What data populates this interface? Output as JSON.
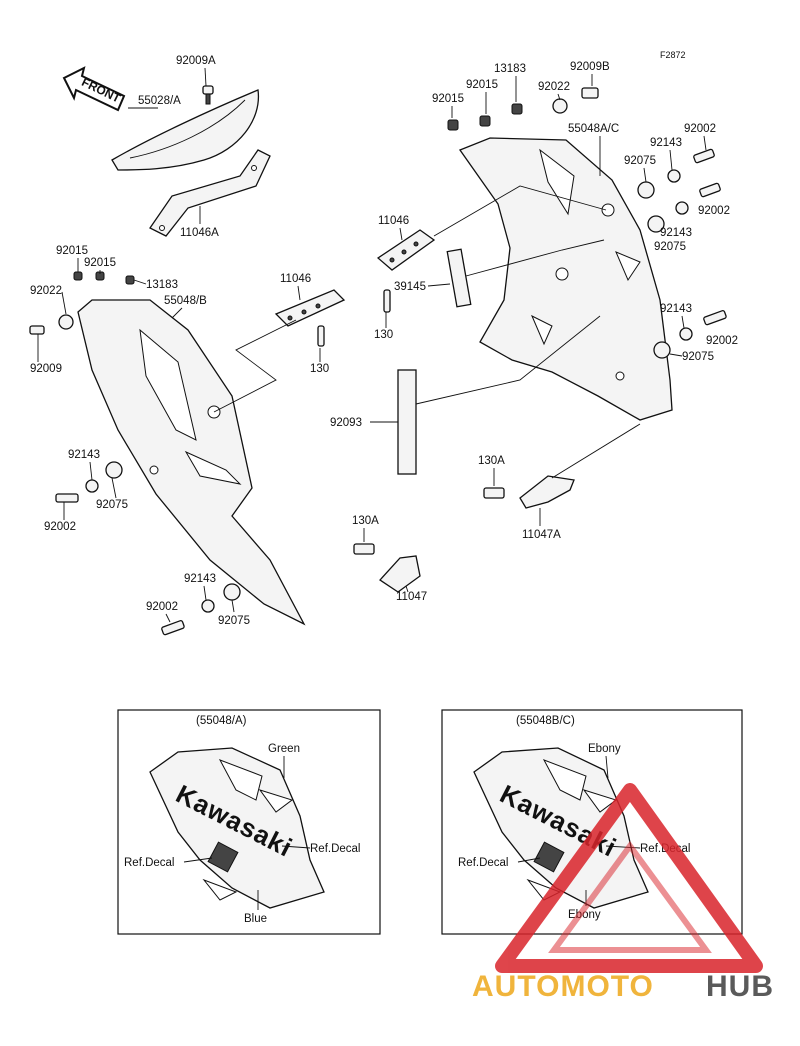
{
  "figure_code": "F2872",
  "front_arrow_text": "FRONT",
  "callouts": {
    "c_92009A": "92009A",
    "c_55028A": "55028/A",
    "c_11046A": "11046A",
    "c_92015_l1": "92015",
    "c_92015_l2": "92015",
    "c_13183_l": "13183",
    "c_92022_l": "92022",
    "c_55048B": "55048/B",
    "c_92009_l": "92009",
    "c_11046_mid": "11046",
    "c_130_mid": "130",
    "c_92143_l1": "92143",
    "c_92075_l1": "92075",
    "c_92002_l1": "92002",
    "c_92143_l2": "92143",
    "c_92002_l2": "92002",
    "c_92075_l2": "92075",
    "c_13183_r": "13183",
    "c_92009B": "92009B",
    "c_92015_r1": "92015",
    "c_92015_r2": "92015",
    "c_92022_r": "92022",
    "c_55048AC": "55048A/C",
    "c_92002_r1": "92002",
    "c_92143_r1": "92143",
    "c_92075_r1": "92075",
    "c_92002_r2": "92002",
    "c_92143_r2": "92143",
    "c_92075_r2": "92075",
    "c_11046_r": "11046",
    "c_39145": "39145",
    "c_130_r": "130",
    "c_92143_r3": "92143",
    "c_92002_r3": "92002",
    "c_92075_r3": "92075",
    "c_92093": "92093",
    "c_130A_r": "130A",
    "c_11047A": "11047A",
    "c_130A_c": "130A",
    "c_11047": "11047"
  },
  "inset_left": {
    "title": "(55048/A)",
    "brand_text": "Kawasaki",
    "color_top": "Green",
    "decal_right": "Ref.Decal",
    "decal_left": "Ref.Decal",
    "color_bottom": "Blue"
  },
  "inset_right": {
    "title": "(55048B/C)",
    "brand_text": "Kawasaki",
    "color_top": "Ebony",
    "decal_right": "Ref.Decal",
    "decal_left": "Ref.Decal",
    "color_bottom": "Ebony"
  },
  "watermark": {
    "text_orange": "AUTOMOTO",
    "text_gray": "HUB",
    "color_orange": "#f0b43c",
    "color_gray": "#5a5a5a",
    "color_red": "#d9242b"
  }
}
